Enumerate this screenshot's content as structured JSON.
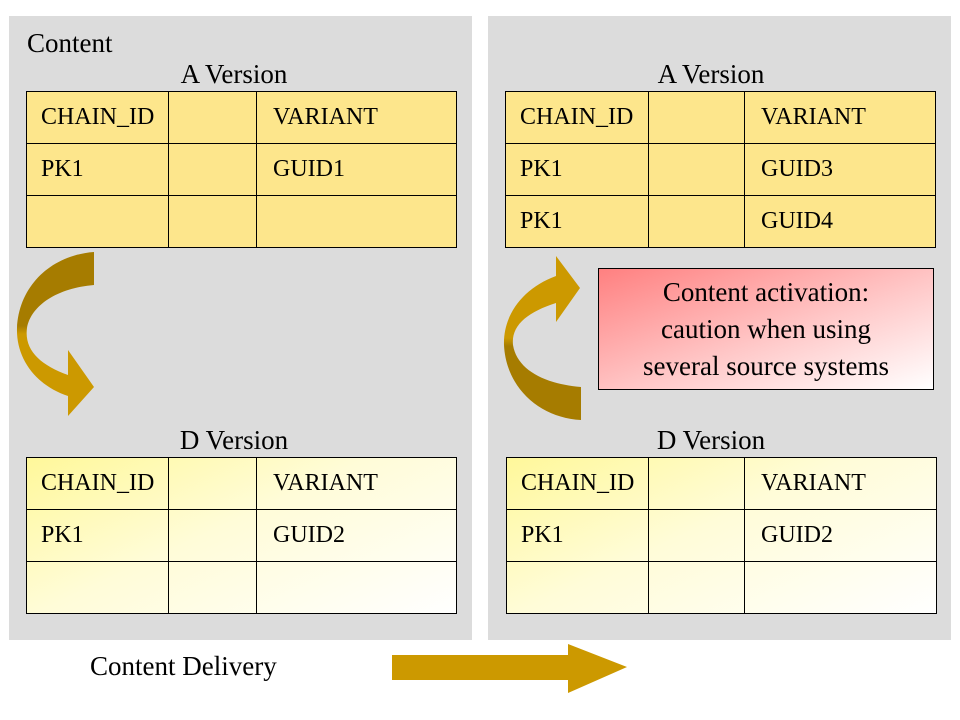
{
  "left_panel": {
    "title": "Content",
    "a_version": {
      "label": "A Version",
      "rows": [
        [
          "CHAIN_ID",
          "",
          "VARIANT"
        ],
        [
          "PK1",
          "",
          "GUID1"
        ],
        [
          "",
          "",
          ""
        ]
      ]
    },
    "d_version": {
      "label": "D Version",
      "rows": [
        [
          "CHAIN_ID",
          "",
          "VARIANT"
        ],
        [
          "PK1",
          "",
          "GUID2"
        ],
        [
          "",
          "",
          ""
        ]
      ]
    },
    "arrow": {
      "icon": "curved-arrow-down-icon",
      "direction": "A Version to D Version"
    }
  },
  "right_panel": {
    "a_version": {
      "label": "A Version",
      "rows": [
        [
          "CHAIN_ID",
          "",
          "VARIANT"
        ],
        [
          "PK1",
          "",
          "GUID3"
        ],
        [
          "PK1",
          "",
          "GUID4"
        ]
      ]
    },
    "d_version": {
      "label": "D Version",
      "rows": [
        [
          "CHAIN_ID",
          "",
          "VARIANT"
        ],
        [
          "PK1",
          "",
          "GUID2"
        ],
        [
          "",
          "",
          ""
        ]
      ]
    },
    "arrow": {
      "icon": "curved-arrow-up-icon",
      "direction": "D Version to A Version"
    },
    "callout": {
      "lines": [
        "Content activation:",
        "caution when using",
        "several source systems"
      ]
    }
  },
  "footer": {
    "label": "Content Delivery",
    "arrow_icon": "arrow-right-icon"
  },
  "colors": {
    "panel_bg": "#dcdcdc",
    "a_table_fill": "#fde68c",
    "d_table_fill_start": "#fff89a",
    "arrow_gold": "#cc9900",
    "arrow_dark": "#a67c00",
    "callout_red": "#ff8080"
  }
}
